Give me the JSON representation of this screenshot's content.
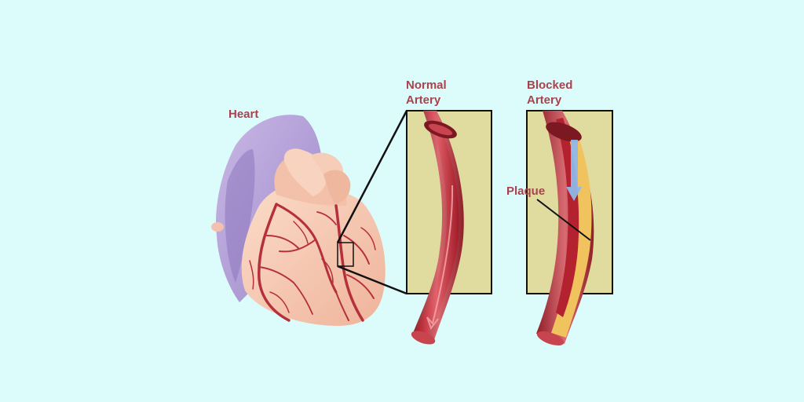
{
  "labels": {
    "heart": "Heart",
    "normal_artery": [
      "Normal",
      "Artery"
    ],
    "blocked_artery": [
      "Blocked",
      "Artery"
    ],
    "plaque": "Plaque"
  },
  "colors": {
    "background": "#dcfbfb",
    "label_text": "#a8434c",
    "heart_muscle": "#f6c9b3",
    "vein_lavender": "#b5a2d6",
    "coronary_vessel": "#b5303a",
    "inset_background": "#e0dca0",
    "artery_wall": "#c4505a",
    "artery_lumen": "#b3222e",
    "plaque": "#f1c35e",
    "flow_arrow": "#8fb8ea"
  }
}
